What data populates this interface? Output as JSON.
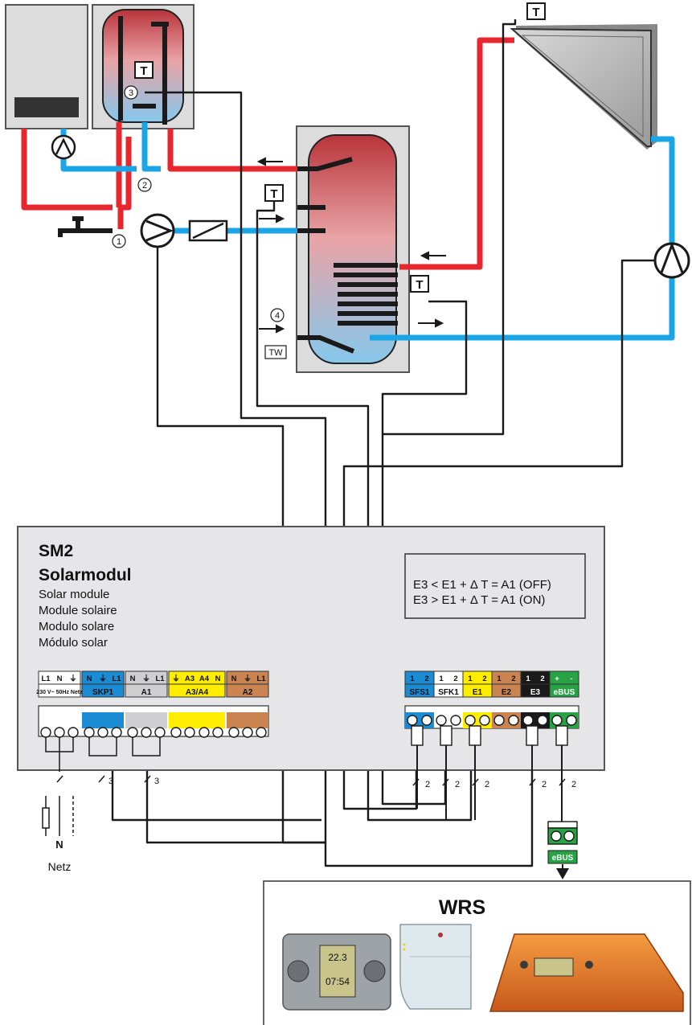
{
  "module": {
    "title_line1": "SM2",
    "title_line2": "Solarmodul",
    "names": [
      "Solar module",
      "Module solaire",
      "Modulo solare",
      "Módulo solar"
    ]
  },
  "formula": {
    "line_off": "E3 < E1 + Δ T = A1 (OFF)",
    "line_on": "E3 > E1 + Δ T = A1 (ON)"
  },
  "left_terminals": {
    "top_labels": [
      "L1",
      "N",
      "⏚",
      "N",
      "⏚",
      "L1",
      "N",
      "⏚",
      "L1",
      "⏚",
      "A3",
      "A4",
      "N",
      "N",
      "⏚",
      "L1"
    ],
    "groups": [
      "230 V~ 50Hz Netz",
      "SKP1",
      "A1",
      "A3/A4",
      "A2"
    ]
  },
  "right_terminals": {
    "top_labels": [
      "1",
      "2",
      "1",
      "2",
      "1",
      "2",
      "1",
      "2",
      "1",
      "2",
      "+",
      "-"
    ],
    "groups": [
      "SFS1",
      "SFK1",
      "E1",
      "E2",
      "E3",
      "eBUS"
    ]
  },
  "cable_counts": {
    "left": [
      "3",
      "3"
    ],
    "right": [
      "2",
      "2",
      "2",
      "2",
      "2"
    ]
  },
  "sensor_label": "T",
  "points": [
    "1",
    "2",
    "3",
    "4"
  ],
  "tw_label": "TW",
  "ebus_box_label": "eBUS",
  "netz_label": "Netz",
  "n_label": "N",
  "wrs": {
    "title": "WRS",
    "lcd_temp": "22.3",
    "lcd_time": "07:54"
  },
  "colors": {
    "hot": "#e8262d",
    "cold": "#1aa6e6",
    "panel": "#e6e6e8",
    "ebus_green": "#27a244",
    "a34_yellow": "#ffed00",
    "a2_brown": "#c98452",
    "skp1_blue": "#1b8bd3",
    "e3_black": "#1a1a1a"
  }
}
